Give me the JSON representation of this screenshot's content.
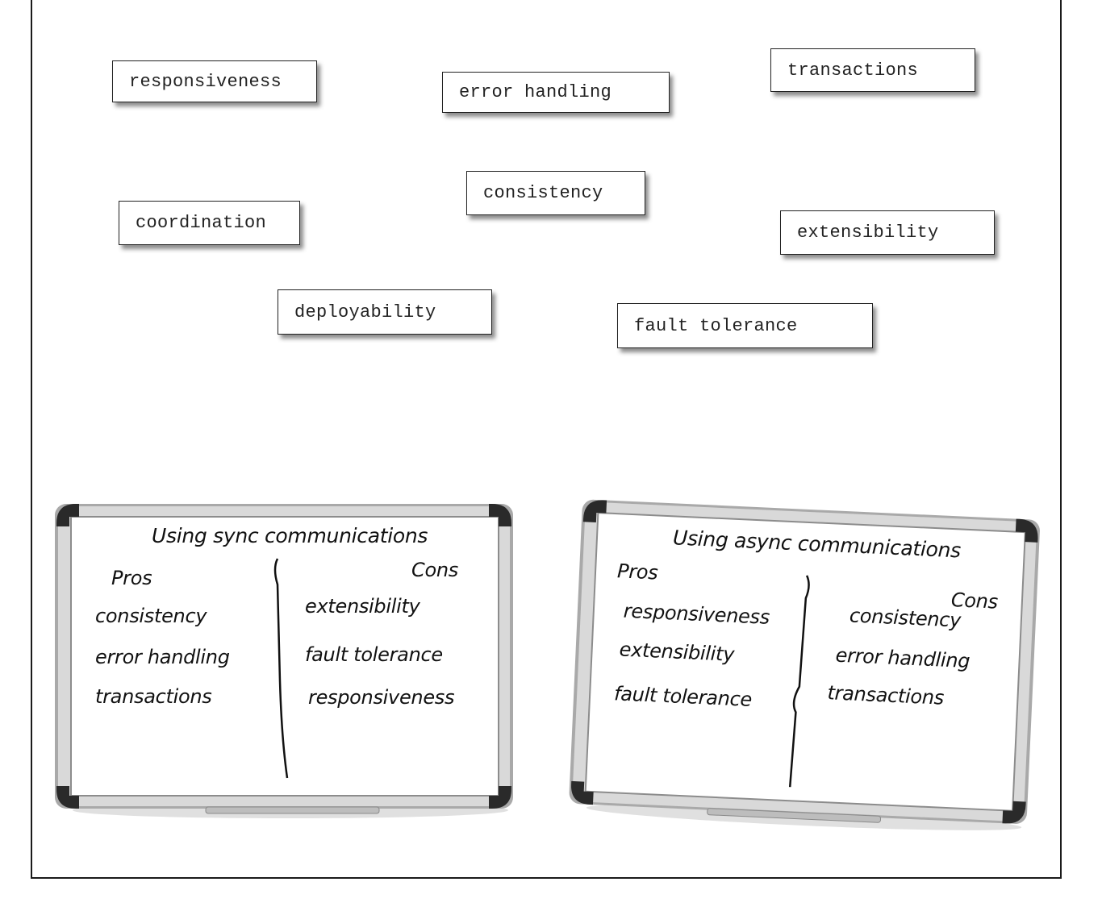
{
  "cards": [
    {
      "id": "responsiveness",
      "label": "responsiveness"
    },
    {
      "id": "error-handling",
      "label": "error handling"
    },
    {
      "id": "transactions",
      "label": "transactions"
    },
    {
      "id": "consistency",
      "label": "consistency"
    },
    {
      "id": "coordination",
      "label": "coordination"
    },
    {
      "id": "extensibility",
      "label": "extensibility"
    },
    {
      "id": "deployability",
      "label": "deployability"
    },
    {
      "id": "fault-tolerance",
      "label": "fault tolerance"
    }
  ],
  "sync_board": {
    "title": "Using sync communications",
    "pros_label": "Pros",
    "cons_label": "Cons",
    "pros": [
      "consistency",
      "error handling",
      "transactions"
    ],
    "cons": [
      "extensibility",
      "fault tolerance",
      "responsiveness"
    ]
  },
  "async_board": {
    "title": "Using async communications",
    "pros_label": "Pros",
    "cons_label": "Cons",
    "pros": [
      "responsiveness",
      "extensibility",
      "fault tolerance"
    ],
    "cons": [
      "consistency",
      "error handling",
      "transactions"
    ]
  }
}
